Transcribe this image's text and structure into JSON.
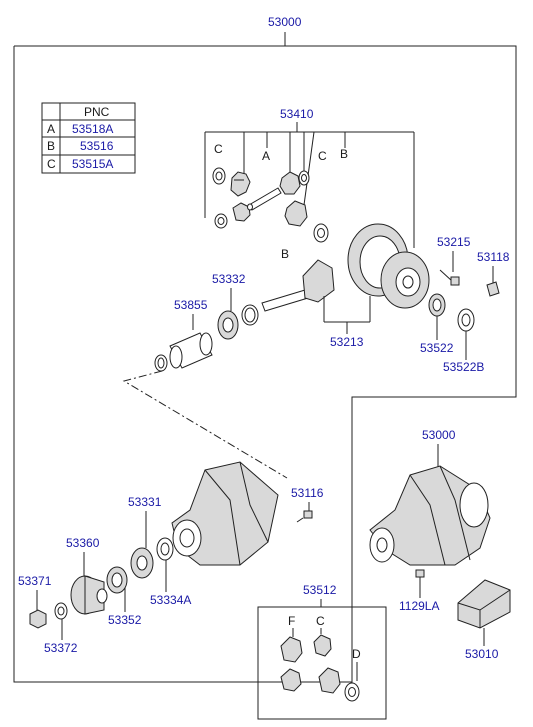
{
  "main_assembly_label": "53000",
  "pnc_table": {
    "header": "PNC",
    "rows": [
      {
        "key": "A",
        "pnc": "53518A"
      },
      {
        "key": "B",
        "pnc": "53516"
      },
      {
        "key": "C",
        "pnc": "53515A"
      }
    ]
  },
  "callouts": {
    "p53410": "53410",
    "p53215": "53215",
    "p53118": "53118",
    "p53332": "53332",
    "p53855": "53855",
    "p53213": "53213",
    "p53522": "53522",
    "p53522b": "53522B",
    "p53000_housing": "53000",
    "p53116": "53116",
    "p53331": "53331",
    "p53360": "53360",
    "p53371": "53371",
    "p53352": "53352",
    "p53334a": "53334A",
    "p53372": "53372",
    "p53512": "53512",
    "p1129la": "1129LA",
    "p53010": "53010"
  },
  "letters": {
    "c1": "C",
    "a1": "A",
    "c2": "C",
    "b1": "B",
    "b2": "B",
    "f": "F",
    "c3": "C",
    "d": "D"
  },
  "colors": {
    "callout_blue": "#1a1aa6",
    "line": "#222222"
  }
}
